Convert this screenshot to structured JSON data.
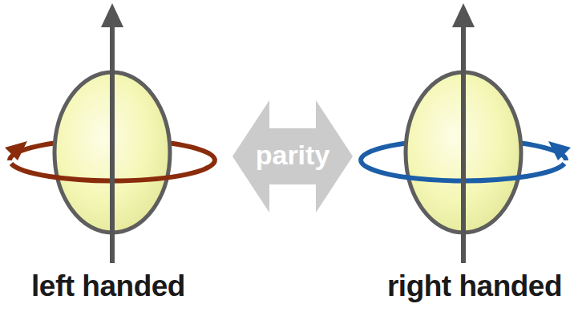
{
  "diagram": {
    "nodes": [
      {
        "text": [
          "parity"
        ]
      }
    ],
    "labels": [
      "left handed",
      "right handed"
    ]
  }
}
